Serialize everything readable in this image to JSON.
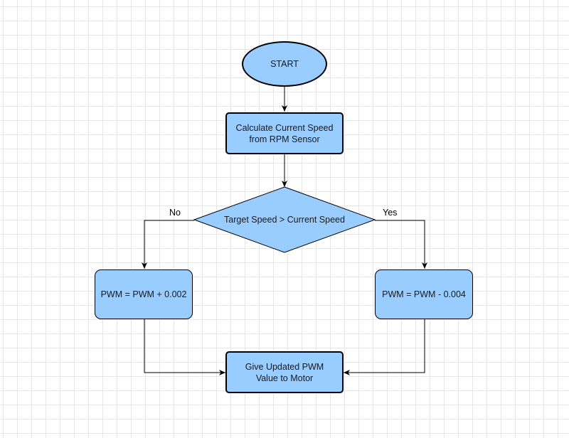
{
  "nodes": {
    "start": "START",
    "calculate": "Calculate Current Speed\nfrom RPM Sensor",
    "decision": "Target Speed > Current Speed",
    "pwm_increase": "PWM = PWM + 0.002",
    "pwm_decrease": "PWM = PWM - 0.004",
    "output": "Give Updated PWM\nValue to Motor"
  },
  "edge_labels": {
    "no": "No",
    "yes": "Yes"
  },
  "colors": {
    "node_fill": "#99ccff",
    "stroke": "#000000",
    "grid": "#e6e6e6"
  }
}
